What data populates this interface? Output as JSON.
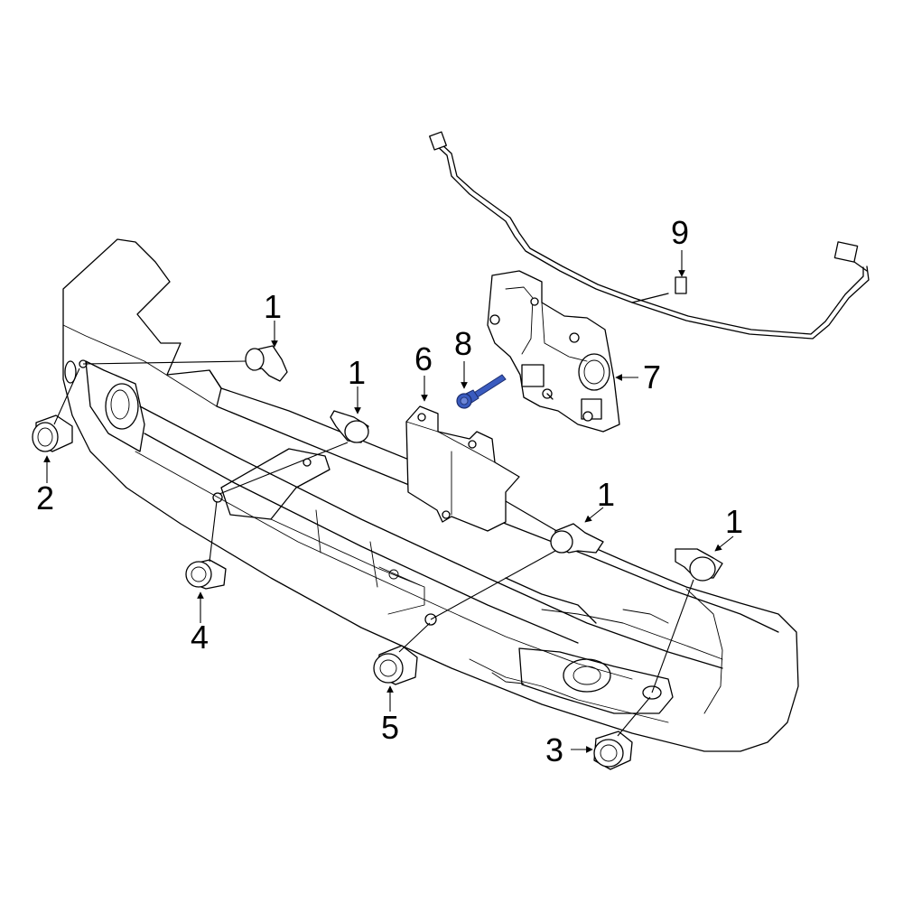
{
  "callouts": {
    "c1_a": "1",
    "c1_b": "1",
    "c1_c": "1",
    "c1_d": "1",
    "c2": "2",
    "c3": "3",
    "c4": "4",
    "c5": "5",
    "c6": "6",
    "c7": "7",
    "c8": "8",
    "c9": "9"
  },
  "colors": {
    "line": "#000000",
    "background": "#ffffff",
    "highlight_part": "#3a5bbf"
  }
}
